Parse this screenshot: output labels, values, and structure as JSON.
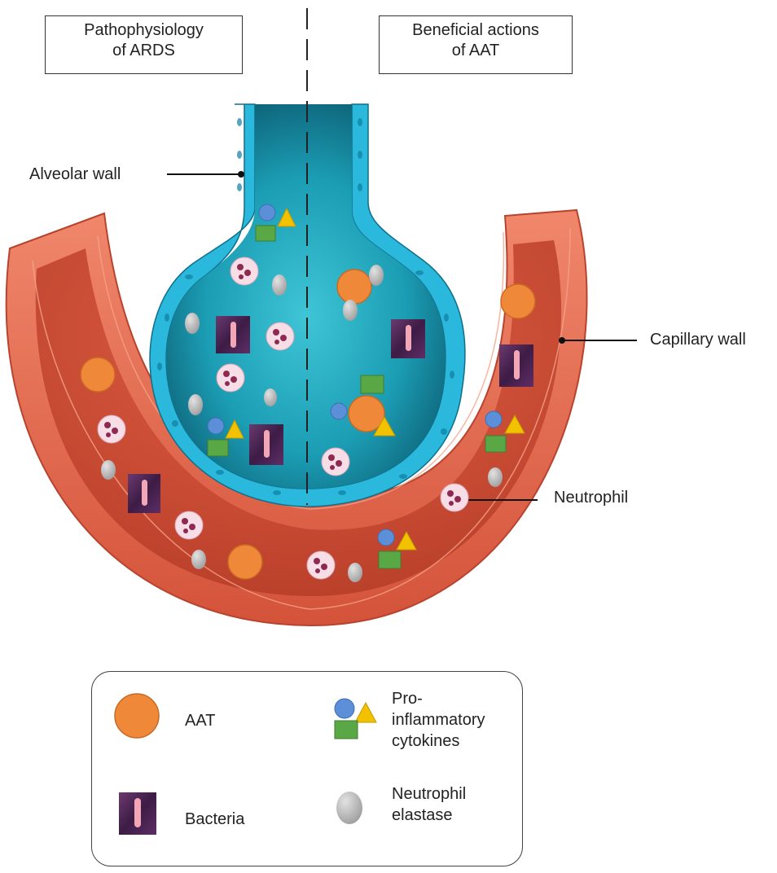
{
  "header": {
    "left_box": {
      "line1": "Pathophysiology",
      "line2": "of ARDS"
    },
    "right_box": {
      "line1": "Beneficial actions",
      "line2": "of AAT"
    }
  },
  "labels": {
    "alveolar_wall": "Alveolar wall",
    "capillary_wall": "Capillary wall",
    "neutrophil": "Neutrophil"
  },
  "legend": {
    "aat": "AAT",
    "bacteria": "Bacteria",
    "cytokines": "Pro-\ninflammatory\ncytokines",
    "elastase": "Neutrophil\nelastase"
  },
  "colors": {
    "aat": "#f0883a",
    "elastase": "#b5b5b5",
    "cytokine_circle": "#5b8fd8",
    "cytokine_triangle": "#f2c200",
    "cytokine_square": "#5aa845",
    "bacteria_bg": "#4a2350",
    "bacteria_rod": "#f2a6b6",
    "neutrophil": "#f7dde6",
    "neutrophil_nucleus": "#8e2a52",
    "alveolar_wall": "#26b9de",
    "alveolar_lumen": "#1aa0b8",
    "capillary_wall": "#e8644a",
    "capillary_lumen": "#c8472f"
  }
}
